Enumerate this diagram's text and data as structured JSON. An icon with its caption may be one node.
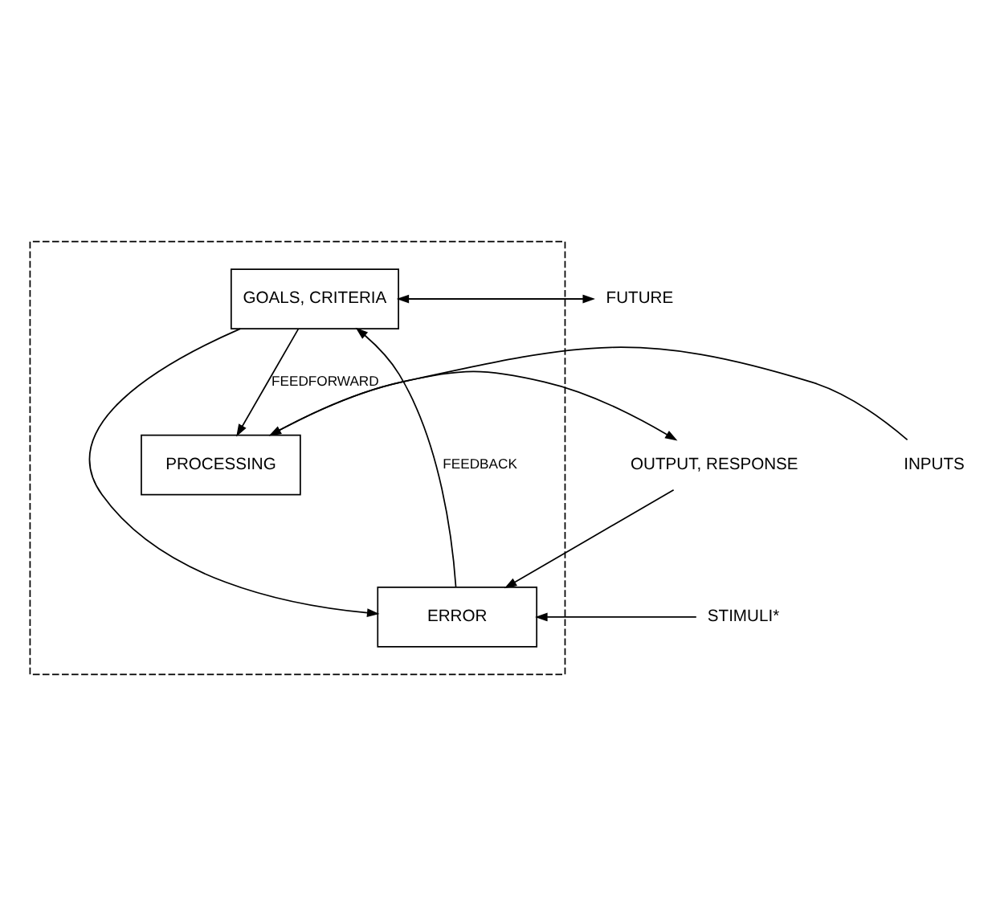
{
  "diagram": {
    "nodes": [
      {
        "text": [],
        "shape": "box"
      },
      {
        "text": [
          "GOALS, CRITERIA"
        ],
        "in": 0
      },
      {
        "text": [
          "FUTURE"
        ]
      },
      {
        "text": [
          "ERROR"
        ],
        "in": 0
      },
      {
        "text": [
          "STIMULI*"
        ]
      },
      {
        "text": [
          "PROCESSING"
        ],
        "in": 0
      },
      {
        "text": [
          "INPUTS"
        ]
      },
      {
        "text": [
          "OUTPUT, RESPONSE"
        ]
      }
    ],
    "edges": [
      {
        "from": 2,
        "to": 1,
        "arrow": "to"
      },
      {
        "from": 1,
        "to": 2,
        "arrow": "to"
      },
      {
        "from": 1,
        "to": 3,
        "arrow": "to"
      },
      {
        "from": 3,
        "to": 1,
        "label": "FEEDBACK",
        "arrow": "to"
      },
      {
        "from": 1,
        "to": 5,
        "label": "FEEDFORWARD",
        "arrow": "to"
      },
      {
        "from": 4,
        "to": 3,
        "arrow": "to"
      },
      {
        "from": 7,
        "to": 3,
        "arrow": "to"
      },
      {
        "from": 6,
        "to": 5,
        "arrow": "to"
      },
      {
        "from": 5,
        "to": 7,
        "arrow": "to"
      }
    ]
  }
}
